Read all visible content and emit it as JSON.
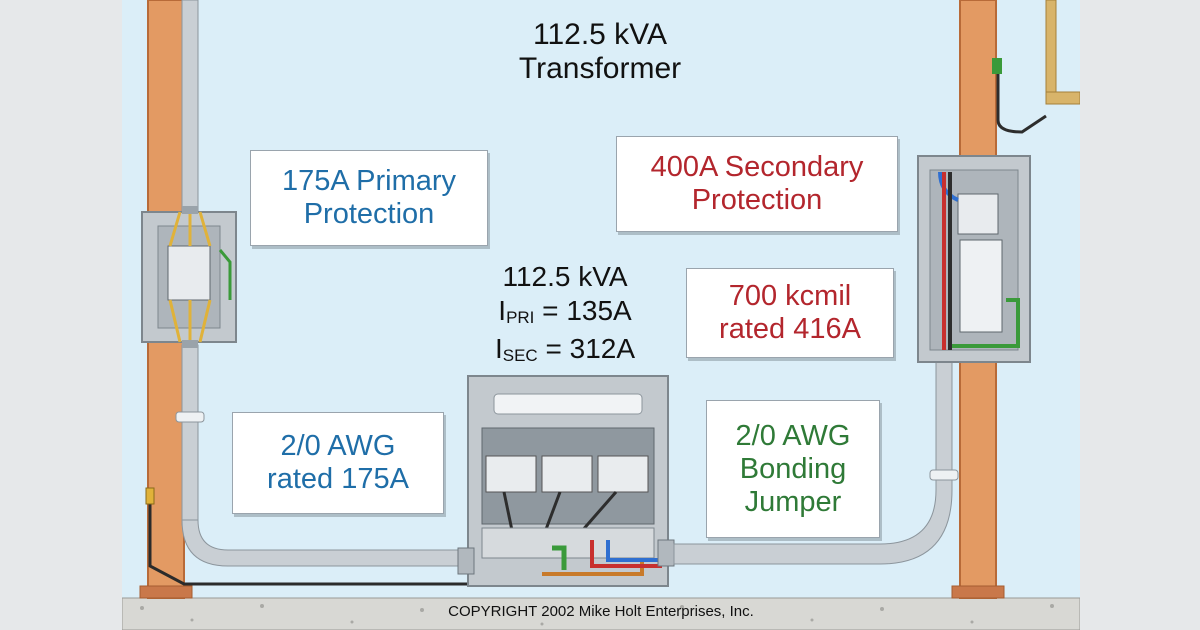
{
  "title": "112.5 kVA\nTransformer",
  "callouts": {
    "primary_protection": "175A Primary\nProtection",
    "secondary_protection": "400A Secondary\nProtection",
    "secondary_conductor": "700 kcmil\nrated 416A",
    "primary_conductor": "2/0 AWG\nrated 175A",
    "bonding_jumper": "2/0 AWG\nBonding\nJumper"
  },
  "ratings": {
    "kva": "112.5 kVA",
    "ipri_symbol": "I",
    "ipri_sub": "PRI",
    "ipri_value": " = 135A",
    "isec_symbol": "I",
    "isec_sub": "SEC",
    "isec_value": " = 312A"
  },
  "copyright": "COPYRIGHT 2002 Mike Holt Enterprises, Inc.",
  "colors": {
    "background": "#dbeef8",
    "wood_pole": "#e39a63",
    "conduit": "#c9cfd4",
    "enclosure": "#c3c9ce",
    "primary_text": "#1f6ea8",
    "secondary_text": "#b3262d",
    "bonding_text": "#2f7a37"
  }
}
